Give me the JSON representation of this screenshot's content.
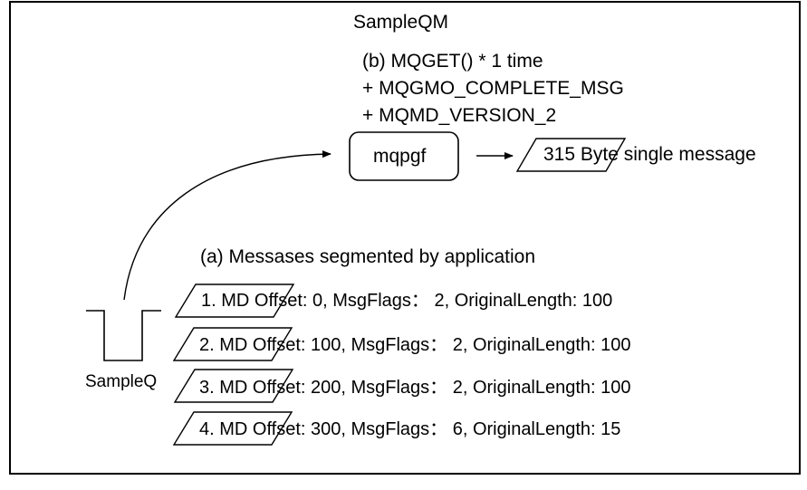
{
  "queue_manager": {
    "name": "SampleQM"
  },
  "get_call": {
    "lines": [
      "(b) MQGET() * 1 time",
      "+ MQGMO_COMPLETE_MSG",
      "+ MQMD_VERSION_2"
    ]
  },
  "program": {
    "name": "mqpgf"
  },
  "result": {
    "label": "315 Byte single message"
  },
  "segments_section": {
    "caption": "(a) Messases segmented by application",
    "items": [
      "1. MD Offset: 0, MsgFlags： 2, OriginalLength: 100",
      "2. MD Offset: 100, MsgFlags： 2, OriginalLength: 100",
      "3. MD Offset: 200, MsgFlags： 2, OriginalLength: 100",
      "4. MD Offset: 300, MsgFlags： 6, OriginalLength: 15"
    ]
  },
  "queue": {
    "name": "SampleQ"
  }
}
